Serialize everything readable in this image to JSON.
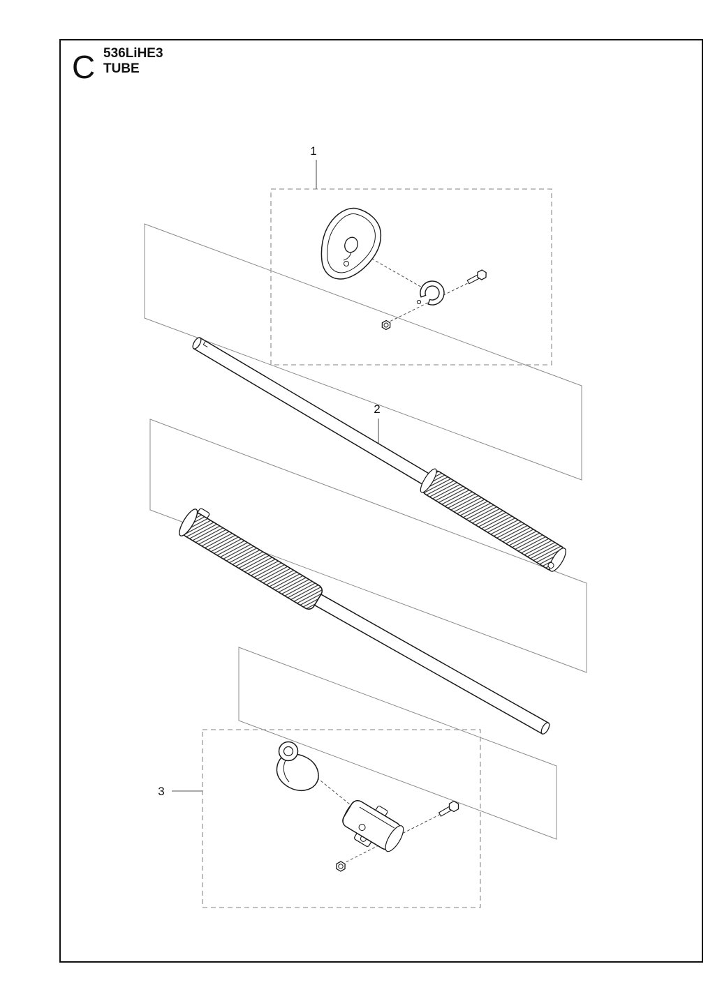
{
  "header": {
    "section_letter": "C",
    "model": "536LiHE3",
    "title": "TUBE"
  },
  "callouts": {
    "item1": "1",
    "item2": "2",
    "item3": "3"
  },
  "colors": {
    "line": "#1a1a1a",
    "dashed_box": "#9a9a9a",
    "plane_outline": "#8c8c8c",
    "background": "#ffffff"
  }
}
